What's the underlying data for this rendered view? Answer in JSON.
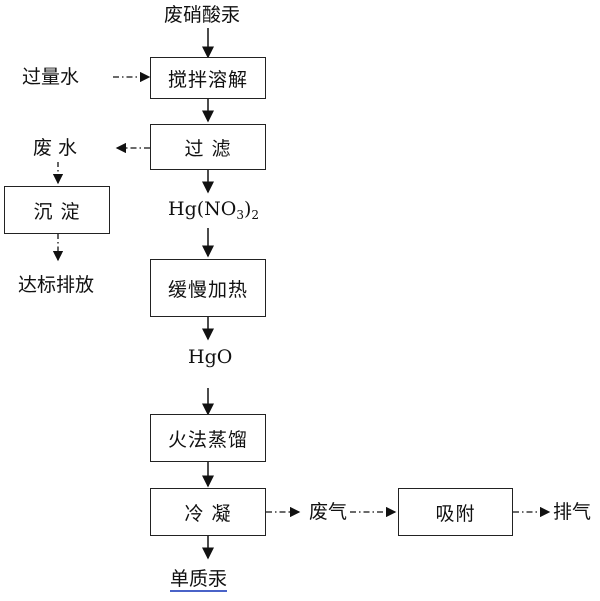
{
  "input": {
    "waste_nitrate": "废硝酸汞",
    "water": "过量水"
  },
  "steps": {
    "stir": "搅拌溶解",
    "filter": "过 滤",
    "sediment": "沉 淀",
    "slow_heat": "缓慢加热",
    "distill": "火法蒸馏",
    "condense": "冷 凝",
    "absorb": "吸附"
  },
  "outputs": {
    "waste_water": "废 水",
    "discharge": "达标排放",
    "waste_gas": "废气",
    "exhaust": "排气",
    "mercury": "单质汞"
  },
  "intermediates": {
    "nitrate_prefix": "Hg(NO",
    "nitrate_sub": "3",
    "nitrate_suffix": ")",
    "nitrate_sub2": "2",
    "oxide": "HgO"
  }
}
